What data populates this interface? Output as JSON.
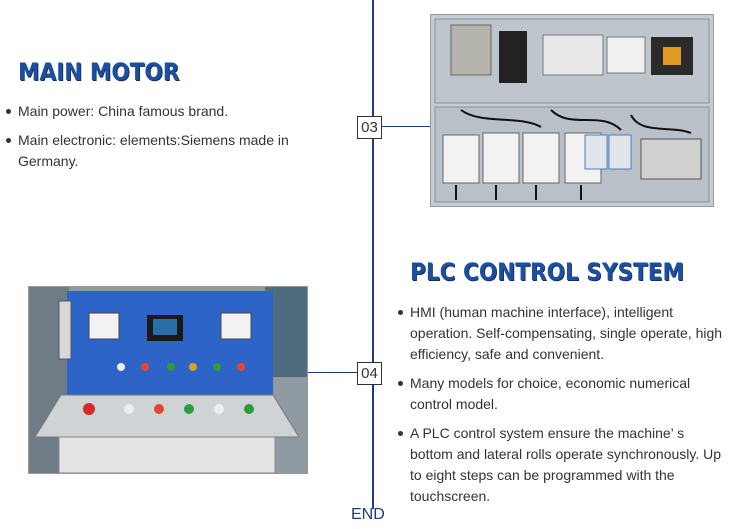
{
  "section1": {
    "title": "MAIN MOTOR",
    "step": "03",
    "bullets": [
      "Main power: China famous brand.",
      "Main electronic: elements:Siemens made in Germany."
    ]
  },
  "section2": {
    "title": "PLC CONTROL SYSTEM",
    "step": "04",
    "bullets": [
      "HMI (human machine interface), intelligent operation. Self-compensating, single operate, high efficiency, safe and convenient.",
      "Many models for choice, economic numerical control model.",
      "A PLC control system ensure the machine’ s bottom and lateral rolls operate synchronously. Up to eight steps can be programmed with the touchscreen."
    ]
  },
  "end_label": "END",
  "colors": {
    "accent": "#1d4f9e",
    "line": "#1d3d7a"
  },
  "images": [
    {
      "name": "electrical-cabinet-photo"
    },
    {
      "name": "plc-control-panel-photo"
    }
  ]
}
